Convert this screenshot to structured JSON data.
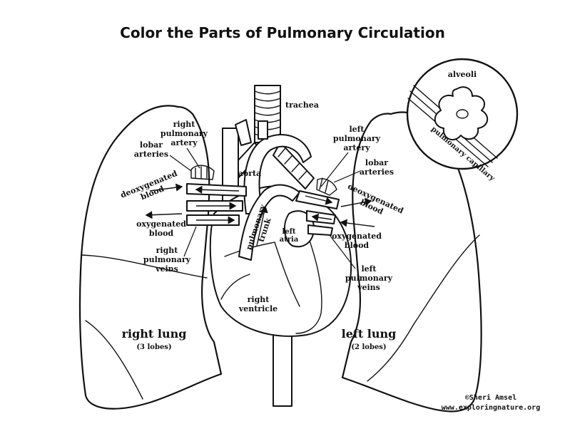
{
  "title": "Color the Parts of Pulmonary Circulation",
  "labels": {
    "trachea": "trachea",
    "alveoli": "alveoli",
    "pulmonary_capillary": "pulmonary capillary",
    "right_pulmonary_artery": [
      "right",
      "pulmonary",
      "artery"
    ],
    "left_pulmonary_artery": [
      "left",
      "pulmonary",
      "artery"
    ],
    "lobar_arteries_left_side": [
      "lobar",
      "arteries"
    ],
    "lobar_arteries_right_side": [
      "lobar",
      "arteries"
    ],
    "aorta": "aorta",
    "deoxygenated_blood_left_side": [
      "deoxygenated",
      "blood"
    ],
    "deoxygenated_blood_right_side": [
      "deoxygenated",
      "blood"
    ],
    "oxygenated_blood_left_side": [
      "oxygenated",
      "blood"
    ],
    "oxygenated_blood_right_side": [
      "oxygenated",
      "blood"
    ],
    "pulmonary_trunk": [
      "pulmonary",
      "trunk"
    ],
    "left_atria": [
      "left",
      "atria"
    ],
    "right_pulmonary_veins": [
      "right",
      "pulmonary",
      "veins"
    ],
    "left_pulmonary_veins": [
      "left",
      "pulmonary",
      "veins"
    ],
    "right_ventricle": [
      "right",
      "ventricle"
    ],
    "right_lung": "right lung",
    "right_lung_lobes": "(3 lobes)",
    "left_lung": "left lung",
    "left_lung_lobes": "(2 lobes)"
  },
  "credit": {
    "author": "©Sheri Amsel",
    "site": "www.exploringnature.org"
  }
}
